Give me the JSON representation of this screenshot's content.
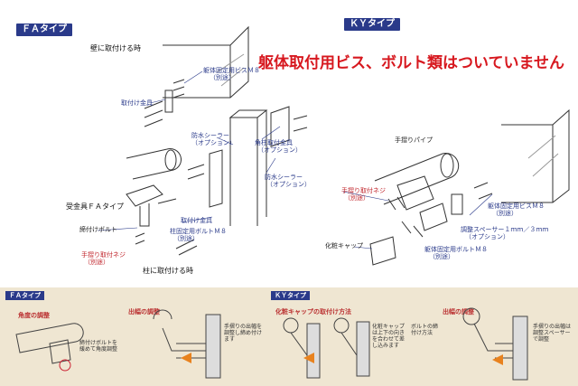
{
  "tags": {
    "fa": "ＦＡタイプ",
    "ky": "ＫＹタイプ"
  },
  "notice": "躯体取付用ビス、ボルト類はついていません",
  "fa_labels": {
    "wall_mount": "壁に取付ける時",
    "wall_screw": "躯体固定用ビスＭ８",
    "wall_screw_note": "（別途）",
    "mount_fitting": "取付け金具",
    "sealer": "防水シーラー",
    "sealer_opt": "（オプション）",
    "angle_fitting": "角柱取付金具",
    "angle_opt": "（オプション）",
    "sealer2": "防水シーラー",
    "sealer2_opt": "（オプション）",
    "receiver": "受金具ＦＡタイプ",
    "fix_bolt": "締付けボルト",
    "pillar_bolt": "柱固定用ボルトＭ８",
    "pillar_bolt_note": "（別途）",
    "handrail_screw": "手摺り取付ネジ",
    "handrail_screw_note": "（別途）",
    "mount_fitting2": "取付け金具",
    "pillar_mount": "柱に取付ける時"
  },
  "ky_labels": {
    "pipe": "手摺りパイプ",
    "handrail_screw": "手摺り取付ネジ",
    "handrail_screw_note": "（別途）",
    "wall_screw": "躯体固定用ビスＭ８",
    "wall_screw_note": "（別途）",
    "spacer": "調整スペーサー１ｍｍ／３ｍｍ",
    "spacer_opt": "（オプション）",
    "cap": "化粧キャップ",
    "wall_bolt": "躯体固定用ボルトＭ８",
    "wall_bolt_note": "（別途）"
  },
  "bottom": {
    "fa_tag": "ＦＡタイプ",
    "ky_tag": "ＫＹタイプ",
    "angle_adj": "角度の調整",
    "protrude_adj": "出幅の調整",
    "cap_install": "化粧キャップの取付け方法",
    "protrude_adj2": "出幅の調整",
    "note_angle": "締付けボルトを緩めて角度調整",
    "note_protrude": "手摺りの出幅を調整し締め付けます",
    "note_cap": "化粧キャップは上下の向きを合わせて差し込みます",
    "note_ky1": "ボルトの締付け方法",
    "note_ky2": "手摺りの出幅は調整スペーサーで調整"
  },
  "colors": {
    "tag_bg": "#2a3a8a",
    "notice": "#d7181f",
    "panel": "#efe6d2",
    "arrow": "#e8821e"
  }
}
